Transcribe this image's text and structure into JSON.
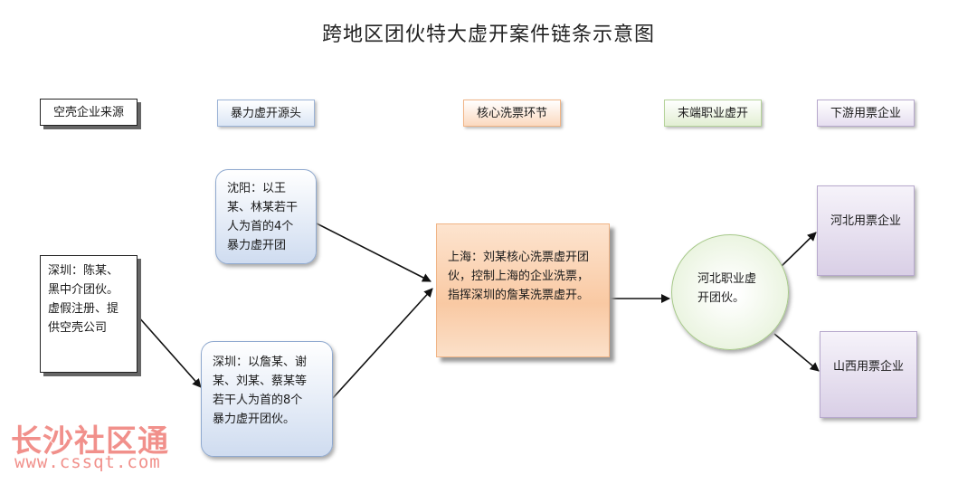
{
  "title": "跨地区团伙特大虚开案件链条示意图",
  "headers": {
    "shell_source": "空壳企业来源",
    "violent_source": "暴力虚开源头",
    "core_washing": "核心洗票环节",
    "end_professional": "末端职业虚开",
    "downstream": "下游用票企业"
  },
  "nodes": {
    "shenzhen_intermediary": [
      "深圳：陈某、",
      "黑中介团伙。",
      "虚假注册、提",
      "供空壳公司"
    ],
    "shenyang_gang": [
      "沈阳：以王",
      "某、林某若干",
      "人为首的4个",
      "暴力虚开团"
    ],
    "shenzhen_gang": [
      "深圳：以詹某、谢",
      "某、刘某、蔡某等",
      "若干人为首的8个",
      "暴力虚开团伙。"
    ],
    "shanghai_core": [
      "上海：刘某核心洗票虚开团",
      "伙，控制上海的企业洗票，",
      "指挥深圳的詹某洗票虚开。"
    ],
    "hebei_professional": [
      "河北职业虚",
      "开团伙。"
    ],
    "hebei_users": "河北用票企业",
    "shanxi_users": "山西用票企业"
  },
  "colors": {
    "blue": "#cfdcf0",
    "orange": "#f9c9a3",
    "green": "#e1efd2",
    "purple": "#d9cfe6",
    "watermark": "#f0857f"
  },
  "watermark": {
    "name": "长沙社区通",
    "url": "www.cssqt.com"
  }
}
